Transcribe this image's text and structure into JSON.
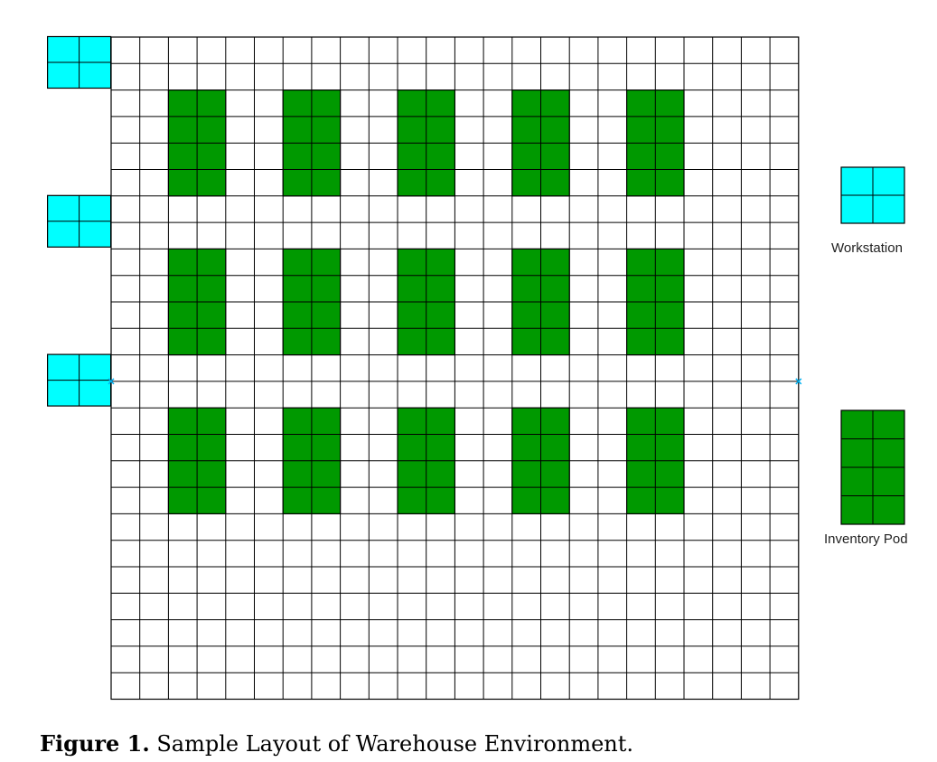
{
  "grid": {
    "cols": 24,
    "rows": 25,
    "cell_color": "#ffffff",
    "line_color": "#000000"
  },
  "colors": {
    "workstation": "#00ffff",
    "inventory_pod": "#009900",
    "marker": "#00b0f0"
  },
  "workstations": [
    {
      "col": -2,
      "row": 0,
      "w": 2,
      "h": 2
    },
    {
      "col": -2,
      "row": 6,
      "w": 2,
      "h": 2
    },
    {
      "col": -2,
      "row": 12,
      "w": 2,
      "h": 2
    }
  ],
  "pods": {
    "cols": [
      2,
      6,
      10,
      14,
      18
    ],
    "rows": [
      2,
      8,
      14
    ],
    "w": 2,
    "h": 4
  },
  "legend": {
    "workstation_label": "Workstation",
    "pod_label": "Inventory Pod"
  },
  "caption": {
    "prefix": "Figure 1.",
    "text": " Sample Layout of Warehouse Environment."
  }
}
